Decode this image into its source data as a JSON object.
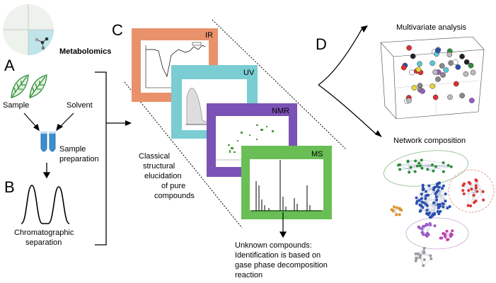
{
  "logo": {
    "label": "Metabolomics"
  },
  "panels": {
    "a": "A",
    "b": "B",
    "c": "C",
    "d": "D"
  },
  "workflow": {
    "sample": "Sample",
    "solvent": "Solvent",
    "preparation_line1": "Sample",
    "preparation_line2": "preparation",
    "separation_line1": "Chromatographic",
    "separation_line2": "separation"
  },
  "spectra": {
    "ir": {
      "label": "IR",
      "color": "#e8916a"
    },
    "uv": {
      "label": "UV",
      "color": "#79cdd3"
    },
    "nmr": {
      "label": "NMR",
      "color": "#7b52b5"
    },
    "ms": {
      "label": "MS",
      "color": "#69bf55"
    }
  },
  "classical": {
    "lines": [
      "Classical",
      "structural",
      "elucidation",
      "of pure",
      "compounds"
    ]
  },
  "unknown": {
    "lines": [
      "Unknown compounds:",
      "Identification is based on",
      "gase phase decomposition",
      "reaction"
    ]
  },
  "analysis": {
    "multivariate": "Multivariate analysis",
    "network": "Network composition"
  },
  "colors": {
    "leaf": "#2f8f3a",
    "vial": "#3a8fd0",
    "cluster_green": "#2e8b3a",
    "cluster_blue": "#2a4fb0",
    "cluster_red": "#e03030",
    "cluster_orange": "#e0922a",
    "cluster_purple": "#9b59c8",
    "cluster_magenta": "#c040b0",
    "cluster_gray": "#9a9a9a"
  }
}
